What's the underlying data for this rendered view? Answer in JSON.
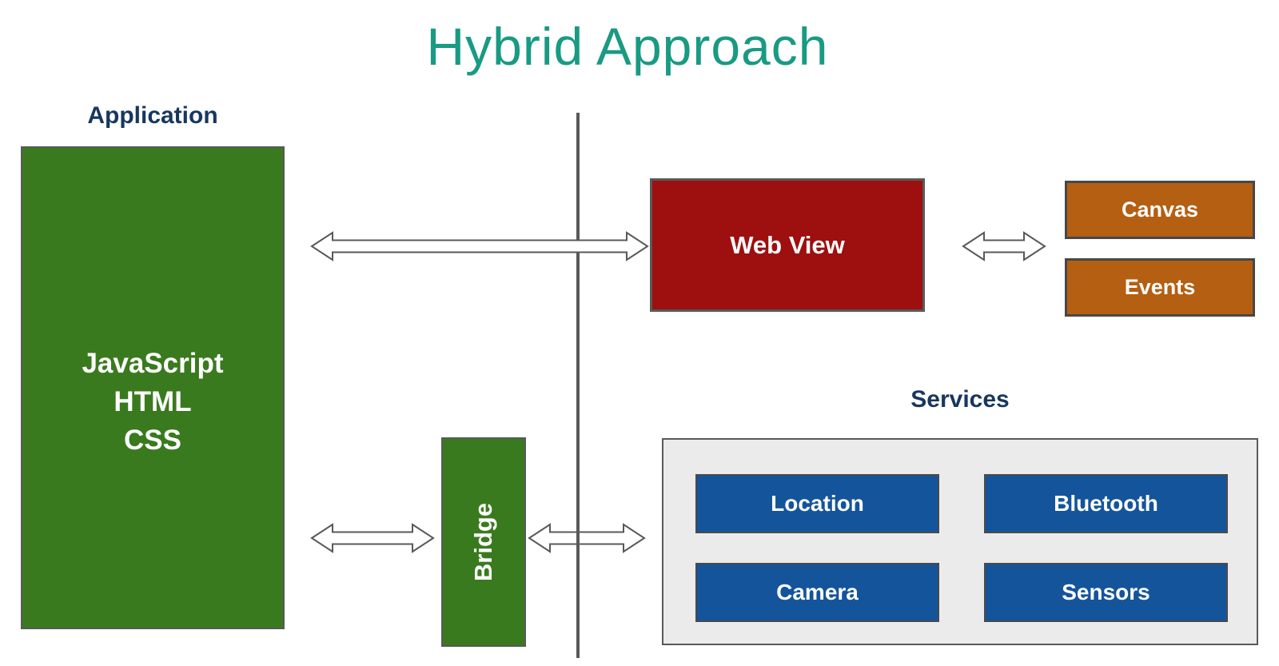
{
  "title": "Hybrid Approach",
  "colors": {
    "title_teal": "#199a83",
    "section_label_navy": "#17375e",
    "application_green": "#3a7a1e",
    "web_view_red": "#9e0f0f",
    "canvas_events_orange": "#b45f12",
    "service_button_blue": "#14549b",
    "services_panel_gray": "#ebebeb",
    "line_and_border_gray": "#595959",
    "box_text_white": "#ffffff"
  },
  "application": {
    "label": "Application",
    "technologies": [
      "JavaScript",
      "HTML",
      "CSS"
    ]
  },
  "bridge": {
    "label": "Bridge"
  },
  "web_view": {
    "label": "Web View"
  },
  "canvas": {
    "label": "Canvas"
  },
  "events": {
    "label": "Events"
  },
  "services": {
    "label": "Services",
    "buttons": [
      "Location",
      "Bluetooth",
      "Camera",
      "Sensors"
    ]
  },
  "arrows": [
    {
      "name": "application-webview",
      "type": "double-headed"
    },
    {
      "name": "bridge-services",
      "type": "double-headed"
    },
    {
      "name": "application-bridge",
      "type": "double-headed"
    },
    {
      "name": "webview-canvas-events",
      "type": "double-headed"
    }
  ]
}
